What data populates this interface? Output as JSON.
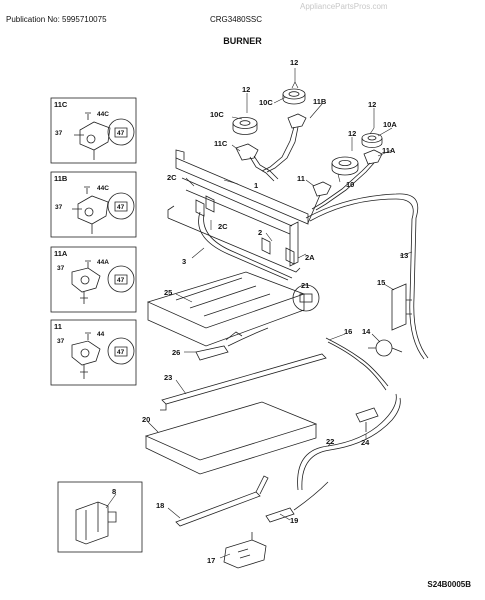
{
  "header": {
    "publication": "Publication No: 5995710075",
    "model": "CRG3480SSC",
    "watermark": "AppliancePartsPros.com"
  },
  "title": "BURNER",
  "footer_code": "S24B0005B",
  "callouts": {
    "c12a": "12",
    "c10c_top": "10C",
    "c11b_top": "11B",
    "c10c": "10C",
    "c12b": "12",
    "c12c": "12",
    "c10a": "10A",
    "c11c_main": "11C",
    "c12d": "12",
    "c2c_a": "2C",
    "c1": "1",
    "c11": "11",
    "c10": "10",
    "c11a_main": "11A",
    "c2c_b": "2C",
    "c2": "2",
    "c3": "3",
    "c2a": "2A",
    "c13": "13",
    "c15": "15",
    "c25": "25",
    "c21": "21",
    "c16": "16",
    "c14": "14",
    "c26": "26",
    "c23": "23",
    "c20": "20",
    "c22": "22",
    "c24": "24",
    "c8": "8",
    "c18": "18",
    "c19": "19",
    "c17": "17"
  },
  "insets": [
    {
      "id": "11C",
      "label": "11C",
      "p1": "44C",
      "p2": "37",
      "p3": "47"
    },
    {
      "id": "11B",
      "label": "11B",
      "p1": "44C",
      "p2": "37",
      "p3": "47"
    },
    {
      "id": "11A",
      "label": "11A",
      "p1": "44A",
      "p2": "37",
      "p3": "47"
    },
    {
      "id": "11",
      "label": "11",
      "p1": "44",
      "p2": "37",
      "p3": "47"
    }
  ]
}
